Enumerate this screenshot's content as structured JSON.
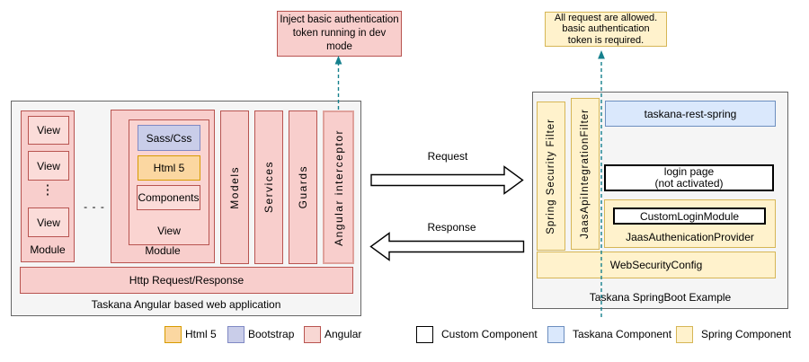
{
  "palette": {
    "angular_fill": "#f8cecc",
    "angular_stroke": "#b85450",
    "html5_fill": "#fbd7a1",
    "html5_stroke": "#d79b00",
    "bootstrap_fill": "#c9cde9",
    "bootstrap_stroke": "#8089c4",
    "taskana_fill": "#dae8fc",
    "taskana_stroke": "#6c8ebf",
    "spring_fill": "#fff2cc",
    "spring_stroke": "#d6b656",
    "custom_fill": "#ffffff",
    "custom_stroke": "#000000",
    "container_fill": "#f5f5f5",
    "container_stroke": "#666666",
    "dashed_arrow_color": "#15808d"
  },
  "notes": {
    "inject": {
      "lines": [
        "Inject basic authentication",
        "token running in dev",
        "mode"
      ]
    },
    "allow": {
      "lines": [
        "All request are allowed.",
        "basic authentication",
        "token is required."
      ]
    }
  },
  "arrows": {
    "request": "Request",
    "response": "Response"
  },
  "left_app": {
    "title": "Taskana Angular based web application",
    "small_module": {
      "label": "Module",
      "views": [
        "View",
        "View",
        "View"
      ],
      "ellipsis": "⋮"
    },
    "separator_dots": "- - -",
    "big_module": {
      "label": "Module",
      "view": {
        "label": "View",
        "sass": "Sass/Css",
        "html5": "Html 5",
        "components": "Components"
      }
    },
    "bars": [
      "Models",
      "Services",
      "Guards",
      "Angular interceptor"
    ],
    "http_bar": "Http Request/Response"
  },
  "right_app": {
    "title": "Taskana SpringBoot Example",
    "filters": [
      "Spring Security Filter",
      "JaasApiIntegrationFilter"
    ],
    "taskana_rest": "taskana-rest-spring",
    "login_page": {
      "lines": [
        "login page",
        "(not activated)"
      ]
    },
    "jaas_provider": {
      "label": "JaasAuthenicationProvider",
      "custom_login": "CustomLoginModule"
    },
    "web_security": "WebSecurityConfig"
  },
  "legend": {
    "items": [
      {
        "label": "Html 5",
        "style": "background:#fbd7a1;border-color:#d79b00"
      },
      {
        "label": "Bootstrap",
        "style": "background:#c9cde9;border-color:#8089c4"
      },
      {
        "label": "Angular",
        "style": "background:#f8d7d3;border-color:#b85450"
      },
      {
        "label": "Custom Component",
        "style": "background:#ffffff;border-color:#000000"
      },
      {
        "label": "Taskana Component",
        "style": "background:#dae8fc;border-color:#6c8ebf"
      },
      {
        "label": "Spring Component",
        "style": "background:#fff2cc;border-color:#d6b656"
      }
    ]
  }
}
